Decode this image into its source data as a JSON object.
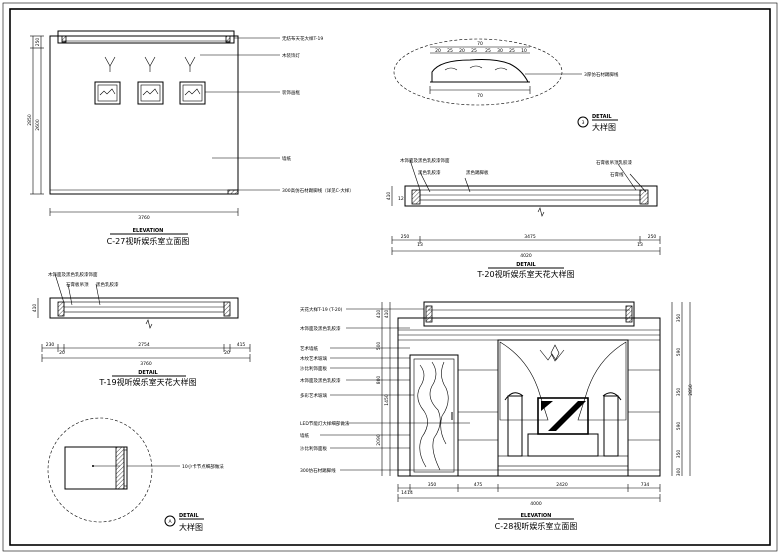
{
  "sheet": {
    "c27": {
      "caption_en": "ELEVATION",
      "caption_zh": "C-27视听娱乐室立面图",
      "dim_width": "3760",
      "dim_height_outer": "2850",
      "dim_height_inner": "2600",
      "dim_top": "250",
      "labels": [
        "无纺布天花大样T-19",
        "木装饰灯",
        "装饰画框",
        "墙纸",
        "300高仿石材踢脚线（详见C-大样）"
      ]
    },
    "detail3": {
      "caption_en": "DETAIL",
      "caption_zh": "大样图",
      "number": "3",
      "top_dims": [
        "20",
        "25",
        "20",
        "25",
        "25",
        "30",
        "25",
        "10"
      ],
      "top_total": "70",
      "bottom_total": "70",
      "label": "3厚仿石材踢脚线"
    },
    "t20": {
      "caption_en": "DETAIL",
      "caption_zh": "T-20视听娱乐室天花大样图",
      "labels_left": [
        "木饰面及黑色乳胶漆饰面",
        "黑色乳胶漆",
        "黑色踢脚板"
      ],
      "labels_right": [
        "石膏板吊顶乳胶漆",
        "石膏线"
      ],
      "dims": [
        "250",
        "3475",
        "250"
      ],
      "sub_dims": [
        "13",
        "13"
      ],
      "total": "4020",
      "height": "410",
      "tick_left": "12"
    },
    "t19": {
      "caption_en": "DETAIL",
      "caption_zh": "T-19视听娱乐室天花大样图",
      "labels": [
        "木饰面及黑色乳胶漆饰面",
        "石膏板吊顶",
        "黑色乳胶漆"
      ],
      "dims": [
        "230",
        "20",
        "2754",
        "20",
        "415"
      ],
      "total": "3760",
      "height": "410"
    },
    "detailA": {
      "caption_en": "DETAIL",
      "caption_zh": "大样图",
      "letter": "A",
      "label": "10小卡节点细部做法"
    },
    "c28": {
      "caption_en": "ELEVATION",
      "caption_zh": "C-28视听娱乐室立面图",
      "labels": [
        "天花大样T-19 (T-20)",
        "木饰面及黑色乳胶漆",
        "艺术墙纸",
        "木纹艺术玻璃",
        "沙比利饰面板",
        "木饰面及黑色乳胶漆",
        "多彩艺术玻璃",
        "LED节能灯大样细部做法",
        "墙纸",
        "沙比利饰面板",
        "300仿石材踢脚线"
      ],
      "dims_bottom": [
        "350",
        "475",
        "2420",
        "734"
      ],
      "dims_bottom_sub": [
        "14",
        "14"
      ],
      "total": "4000",
      "dims_right": [
        "350",
        "590",
        "350",
        "590",
        "350",
        "300"
      ],
      "height": "2850",
      "left_dims": [
        "410",
        "410",
        "500",
        "800",
        "1450",
        "2090"
      ]
    }
  }
}
